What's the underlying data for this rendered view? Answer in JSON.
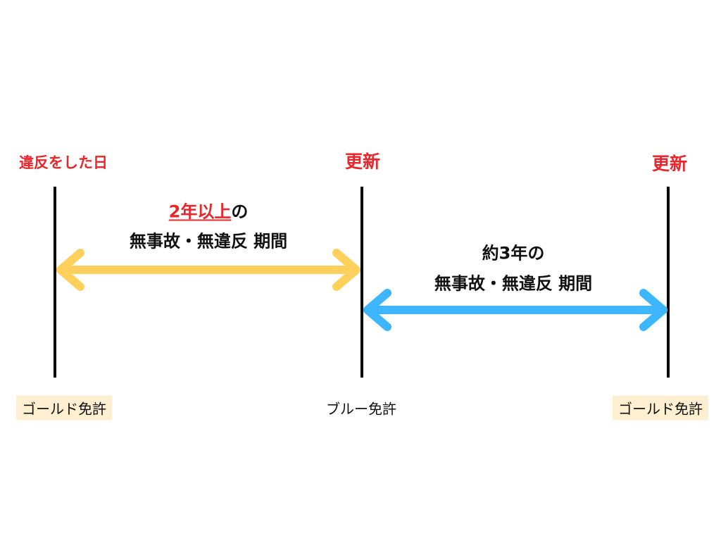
{
  "top_labels": {
    "violation_day": "違反をした日",
    "renewal_1": "更新",
    "renewal_2": "更新"
  },
  "period_1": {
    "highlight": "2年以上",
    "suffix": "の",
    "line2": "無事故・無違反 期間"
  },
  "period_2": {
    "line1": "約3年の",
    "line2": "無事故・無違反 期間"
  },
  "bottom_labels": {
    "left": "ゴールド免許",
    "middle": "ブルー免許",
    "right": "ゴールド免許"
  },
  "colors": {
    "accent_red": "#E8262B",
    "arrow_yellow": "#FFD15C",
    "arrow_blue": "#3DB5FF",
    "gold_bg": "#FDEFD0"
  }
}
